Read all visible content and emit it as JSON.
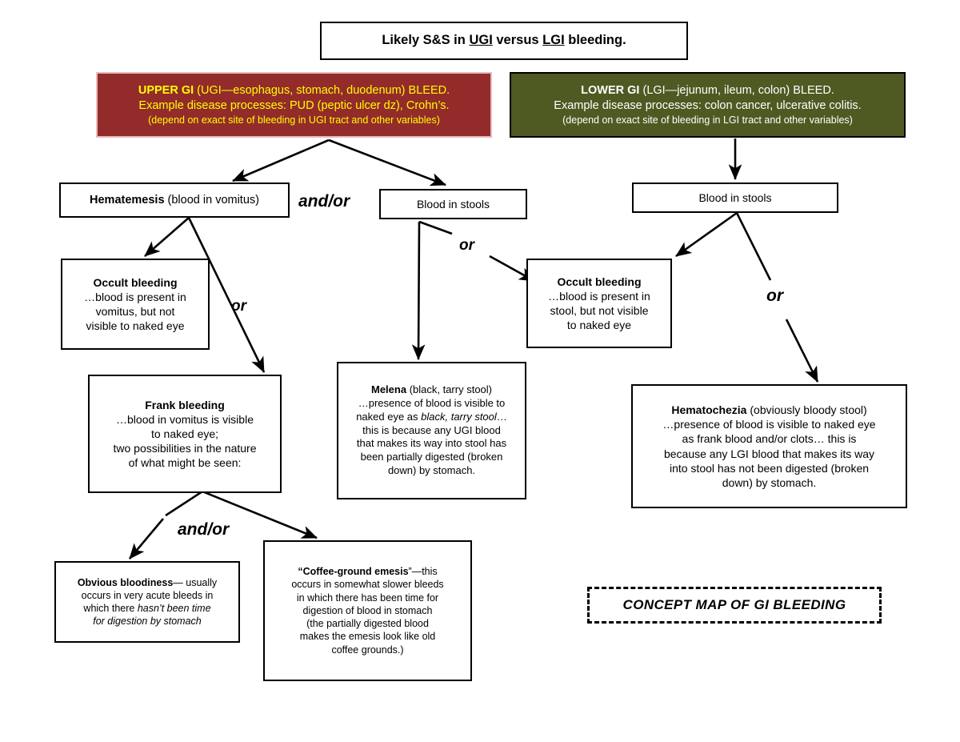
{
  "title": {
    "pre": "Likely S&S in ",
    "ugi": "UGI",
    "mid": " versus ",
    "lgi": "LGI",
    "post": " bleeding."
  },
  "upper_gi": {
    "line1_bold": "UPPER GI",
    "line1_rest": " (UGI—esophagus, stomach, duodenum) BLEED.",
    "line2": "Example disease processes:  PUD (peptic ulcer dz), Crohn’s.",
    "line3": "(depend on exact site of bleeding in UGI tract and other variables)",
    "bg_color": "#932b2b",
    "text_color": "#ffff00"
  },
  "lower_gi": {
    "line1_bold": "LOWER GI",
    "line1_rest": " (LGI—jejunum, ileum, colon) BLEED.",
    "line2": "Example disease processes:  colon cancer, ulcerative colitis.",
    "line3": "(depend on exact site of bleeding in LGI tract and other variables)",
    "bg_color": "#4e5a22",
    "text_color": "#ffffff"
  },
  "hematemesis": {
    "bold": "Hematemesis",
    "rest": " (blood in vomitus)"
  },
  "blood_in_stools_ugi": {
    "label": "Blood in stools"
  },
  "blood_in_stools_lgi": {
    "label": "Blood in stools"
  },
  "occult_ugi": {
    "line1": "Occult bleeding",
    "line2": "…blood is present in",
    "line3": "vomitus, but not",
    "line4": "visible to naked eye"
  },
  "occult_lgi": {
    "line1": "Occult bleeding",
    "line2": "…blood is present in",
    "line3": "stool, but not visible",
    "line4": "to naked eye"
  },
  "frank_bleeding": {
    "line1": "Frank bleeding",
    "line2": "…blood in vomitus is visible",
    "line3": "to naked eye;",
    "line4": "two possibilities in the nature",
    "line5": "of what might be seen:"
  },
  "melena": {
    "line1_bold": "Melena",
    "line1_rest": " (black, tarry stool)",
    "line2": "…presence of blood is visible to",
    "line3_pre": "naked eye as ",
    "line3_italic": "black, tarry stool",
    "line3_post": "…",
    "line4": "this is because any UGI blood",
    "line5": "that makes its way into stool has",
    "line6": "been partially digested (broken",
    "line7": "down) by stomach."
  },
  "hematochezia": {
    "line1_bold": "Hematochezia",
    "line1_rest": " (obviously bloody stool)",
    "line2": "…presence of blood is visible to naked eye",
    "line3": "as frank blood and/or clots… this is",
    "line4": "because any LGI blood  that makes its way",
    "line5": "into stool has not been digested (broken",
    "line6": "down) by stomach."
  },
  "obvious_bloodiness": {
    "line1_bold": "Obvious bloodiness",
    "line1_rest": "— usually",
    "line2": "occurs in very acute bleeds in",
    "line3_pre": "which there ",
    "line3_italic": "hasn’t been time",
    "line4_italic": "for digestion by stomach"
  },
  "coffee_ground": {
    "line1_quote_open": "“",
    "line1_bold": "Coffee-ground emesis",
    "line1_rest": "”—this",
    "line2": "occurs in somewhat slower bleeds",
    "line3": "in which there has been time for",
    "line4": "digestion of blood in stomach",
    "line5": "(the partially digested blood",
    "line6": "makes the emesis look like old",
    "line7": "coffee grounds.)"
  },
  "connectors": {
    "andor_top": "and/or",
    "or_left": "or",
    "or_mid": "or",
    "or_right": "or",
    "andor_bottom": "and/or"
  },
  "concept_map": {
    "label": "CONCEPT MAP OF GI BLEEDING"
  }
}
